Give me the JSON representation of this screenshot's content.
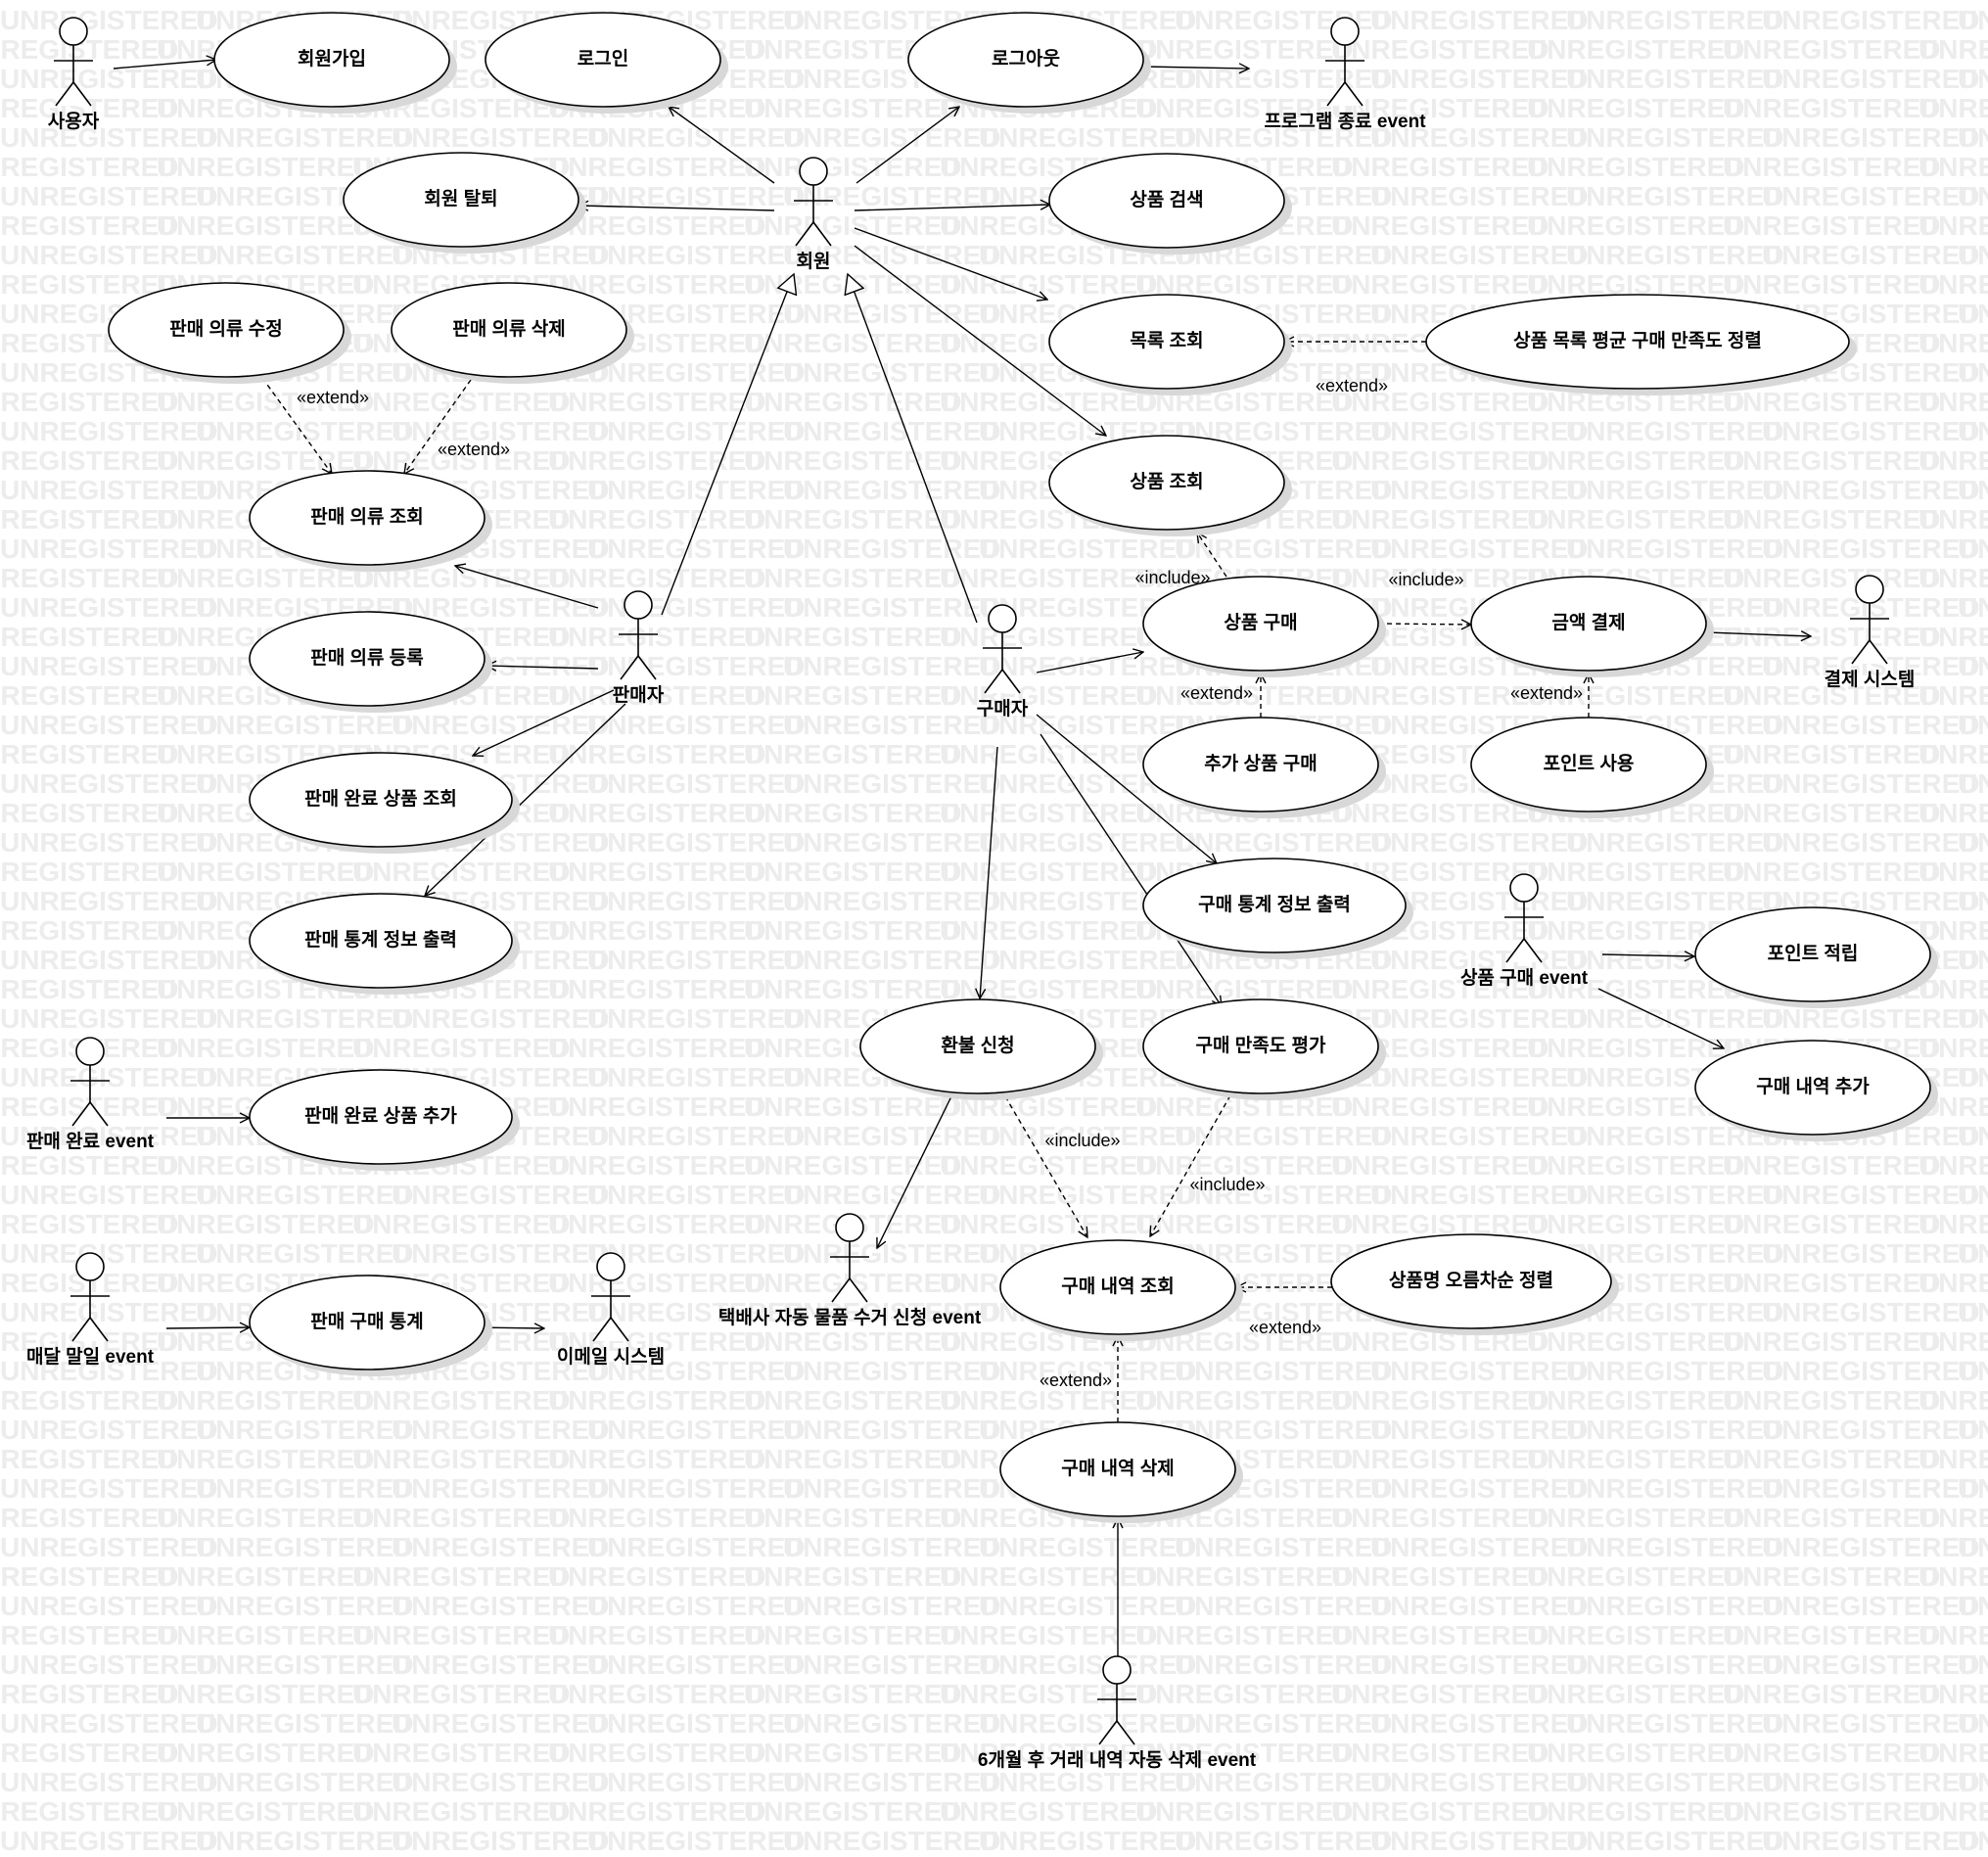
{
  "watermark": {
    "text": "UNREGISTERED"
  },
  "actors": [
    {
      "id": "user",
      "label": "사용자"
    },
    {
      "id": "member",
      "label": "회원"
    },
    {
      "id": "exit_event",
      "label": "프로그램 종료 event"
    },
    {
      "id": "seller",
      "label": "판매자"
    },
    {
      "id": "buyer",
      "label": "구매자"
    },
    {
      "id": "payment_system",
      "label": "결제 시스템"
    },
    {
      "id": "purchase_event",
      "label": "상품 구매 event"
    },
    {
      "id": "sale_done_event",
      "label": "판매 완료 event"
    },
    {
      "id": "month_end_event",
      "label": "매달 말일 event"
    },
    {
      "id": "email_system",
      "label": "이메일 시스템"
    },
    {
      "id": "courier_event",
      "label": "택배사 자동 물품 수거 신청 event"
    },
    {
      "id": "auto_delete_event",
      "label": "6개월 후 거래 내역 자동 삭제 event"
    }
  ],
  "use_cases": [
    {
      "id": "signup",
      "label": "회원가입"
    },
    {
      "id": "login",
      "label": "로그인"
    },
    {
      "id": "logout",
      "label": "로그아웃"
    },
    {
      "id": "withdraw",
      "label": "회원 탈퇴"
    },
    {
      "id": "search",
      "label": "상품 검색"
    },
    {
      "id": "list_view",
      "label": "목록 조회"
    },
    {
      "id": "sort_by_rating",
      "label": "상품 목록 평균 구매 만족도 정렬"
    },
    {
      "id": "item_view",
      "label": "상품 조회"
    },
    {
      "id": "edit_clothes",
      "label": "판매 의류 수정"
    },
    {
      "id": "delete_clothes",
      "label": "판매 의류 삭제"
    },
    {
      "id": "view_clothes",
      "label": "판매 의류 조회"
    },
    {
      "id": "register_clothes",
      "label": "판매 의류 등록"
    },
    {
      "id": "view_sold",
      "label": "판매 완료 상품 조회"
    },
    {
      "id": "sales_stats",
      "label": "판매 통계 정보 출력"
    },
    {
      "id": "purchase",
      "label": "상품 구매"
    },
    {
      "id": "pay",
      "label": "금액 결제"
    },
    {
      "id": "extra_purchase",
      "label": "추가 상품 구매"
    },
    {
      "id": "use_points",
      "label": "포인트 사용"
    },
    {
      "id": "purchase_stats",
      "label": "구매 통계 정보 출력"
    },
    {
      "id": "earn_points",
      "label": "포인트 적립"
    },
    {
      "id": "add_history",
      "label": "구매 내역 추가"
    },
    {
      "id": "refund",
      "label": "환불 신청"
    },
    {
      "id": "rate",
      "label": "구매 만족도 평가"
    },
    {
      "id": "add_sold",
      "label": "판매 완료 상품 추가"
    },
    {
      "id": "monthly_stats",
      "label": "판매 구매 통계"
    },
    {
      "id": "history_view",
      "label": "구매 내역 조회"
    },
    {
      "id": "sort_by_name",
      "label": "상품명 오름차순 정렬"
    },
    {
      "id": "history_delete",
      "label": "구매 내역 삭제"
    }
  ],
  "relationships": [
    {
      "from": "user",
      "to": "signup",
      "kind": "association"
    },
    {
      "from": "member",
      "to": "login",
      "kind": "association"
    },
    {
      "from": "member",
      "to": "logout",
      "kind": "association"
    },
    {
      "from": "logout",
      "to": "exit_event",
      "kind": "association"
    },
    {
      "from": "member",
      "to": "withdraw",
      "kind": "association"
    },
    {
      "from": "member",
      "to": "search",
      "kind": "association"
    },
    {
      "from": "member",
      "to": "list_view",
      "kind": "association"
    },
    {
      "from": "member",
      "to": "item_view",
      "kind": "association"
    },
    {
      "from": "seller",
      "to": "member",
      "kind": "generalization"
    },
    {
      "from": "buyer",
      "to": "member",
      "kind": "generalization"
    },
    {
      "from": "sort_by_rating",
      "to": "list_view",
      "kind": "dependency",
      "stereotype": "«extend»"
    },
    {
      "from": "edit_clothes",
      "to": "view_clothes",
      "kind": "dependency",
      "stereotype": "«extend»"
    },
    {
      "from": "delete_clothes",
      "to": "view_clothes",
      "kind": "dependency",
      "stereotype": "«extend»"
    },
    {
      "from": "seller",
      "to": "view_clothes",
      "kind": "association"
    },
    {
      "from": "seller",
      "to": "register_clothes",
      "kind": "association"
    },
    {
      "from": "seller",
      "to": "view_sold",
      "kind": "association"
    },
    {
      "from": "seller",
      "to": "sales_stats",
      "kind": "association"
    },
    {
      "from": "purchase",
      "to": "item_view",
      "kind": "dependency",
      "stereotype": "«include»"
    },
    {
      "from": "buyer",
      "to": "purchase",
      "kind": "association"
    },
    {
      "from": "purchase",
      "to": "pay",
      "kind": "dependency",
      "stereotype": "«include»"
    },
    {
      "from": "pay",
      "to": "payment_system",
      "kind": "association"
    },
    {
      "from": "extra_purchase",
      "to": "purchase",
      "kind": "dependency",
      "stereotype": "«extend»"
    },
    {
      "from": "use_points",
      "to": "pay",
      "kind": "dependency",
      "stereotype": "«extend»"
    },
    {
      "from": "buyer",
      "to": "purchase_stats",
      "kind": "association"
    },
    {
      "from": "buyer",
      "to": "rate",
      "kind": "association"
    },
    {
      "from": "buyer",
      "to": "refund",
      "kind": "association"
    },
    {
      "from": "purchase_event",
      "to": "earn_points",
      "kind": "association"
    },
    {
      "from": "purchase_event",
      "to": "add_history",
      "kind": "association"
    },
    {
      "from": "sale_done_event",
      "to": "add_sold",
      "kind": "association"
    },
    {
      "from": "month_end_event",
      "to": "monthly_stats",
      "kind": "association"
    },
    {
      "from": "monthly_stats",
      "to": "email_system",
      "kind": "association"
    },
    {
      "from": "refund",
      "to": "courier_event",
      "kind": "association"
    },
    {
      "from": "refund",
      "to": "history_view",
      "kind": "dependency",
      "stereotype": "«include»"
    },
    {
      "from": "rate",
      "to": "history_view",
      "kind": "dependency",
      "stereotype": "«include»"
    },
    {
      "from": "sort_by_name",
      "to": "history_view",
      "kind": "dependency",
      "stereotype": "«extend»"
    },
    {
      "from": "history_delete",
      "to": "history_view",
      "kind": "dependency",
      "stereotype": "«extend»"
    },
    {
      "from": "auto_delete_event",
      "to": "history_delete",
      "kind": "association"
    }
  ]
}
